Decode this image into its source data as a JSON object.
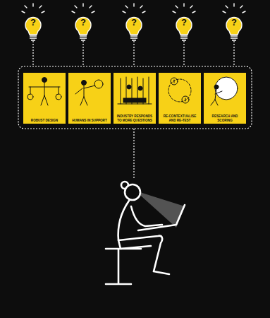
{
  "diagram": {
    "nodes": [
      {
        "text": [
          "?"
        ]
      },
      {
        "text": [
          "?"
        ]
      },
      {
        "text": [
          "?"
        ]
      },
      {
        "text": [
          "?"
        ]
      },
      {
        "text": [
          "?"
        ]
      },
      {
        "text": [
          "ROBUST DESIGN"
        ]
      },
      {
        "text": [
          "HUMANS IN SUPPORT"
        ]
      },
      {
        "text": [
          "INDUSTRY RESPONDS TO MORE QUESTIONS"
        ]
      },
      {
        "text": [
          "RE-CONTEXTUALISE AND RE-TEST"
        ]
      },
      {
        "text": [
          "RESEARCH AND SCORING"
        ]
      }
    ]
  }
}
